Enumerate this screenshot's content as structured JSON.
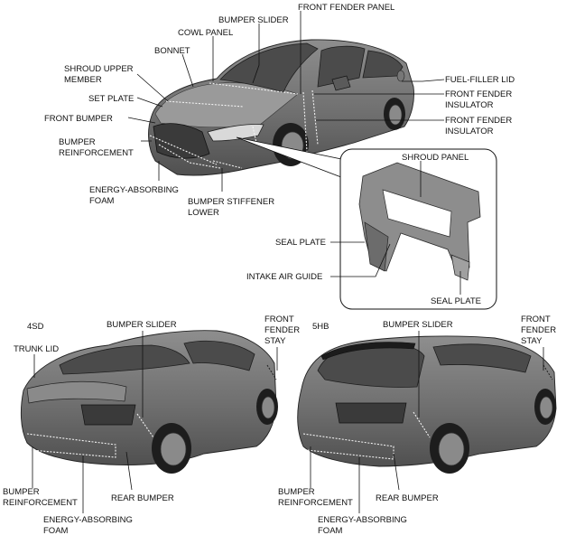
{
  "top": {
    "labels": {
      "front_fender_panel": "FRONT FENDER PANEL",
      "bumper_slider": "BUMPER SLIDER",
      "cowl_panel": "COWL PANEL",
      "bonnet": "BONNET",
      "shroud_upper_member_1": "SHROUD UPPER",
      "shroud_upper_member_2": "MEMBER",
      "set_plate": "SET PLATE",
      "front_bumper": "FRONT BUMPER",
      "bumper_reinforcement_1": "BUMPER",
      "bumper_reinforcement_2": "REINFORCEMENT",
      "energy_absorbing_foam_1": "ENERGY-ABSORBING",
      "energy_absorbing_foam_2": "FOAM",
      "bumper_stiffener_lower_1": "BUMPER STIFFENER",
      "bumper_stiffener_lower_2": "LOWER",
      "fuel_filler_lid": "FUEL-FILLER LID",
      "front_fender_insulator_a_1": "FRONT FENDER",
      "front_fender_insulator_a_2": "INSULATOR",
      "front_fender_insulator_b_1": "FRONT FENDER",
      "front_fender_insulator_b_2": "INSULATOR"
    },
    "inset": {
      "shroud_panel": "SHROUD PANEL",
      "seal_plate_left": "SEAL PLATE",
      "intake_air_guide": "INTAKE AIR GUIDE",
      "seal_plate_bottom": "SEAL PLATE"
    }
  },
  "sedan": {
    "variant": "4SD",
    "trunk_lid": "TRUNK LID",
    "bumper_slider": "BUMPER SLIDER",
    "front_fender_stay_1": "FRONT",
    "front_fender_stay_2": "FENDER",
    "front_fender_stay_3": "STAY",
    "bumper_reinforcement_1": "BUMPER",
    "bumper_reinforcement_2": "REINFORCEMENT",
    "rear_bumper": "REAR BUMPER",
    "energy_absorbing_foam_1": "ENERGY-ABSORBING",
    "energy_absorbing_foam_2": "FOAM"
  },
  "hatch": {
    "variant": "5HB",
    "bumper_slider": "BUMPER SLIDER",
    "front_fender_stay_1": "FRONT",
    "front_fender_stay_2": "FENDER",
    "front_fender_stay_3": "STAY",
    "bumper_reinforcement_1": "BUMPER",
    "bumper_reinforcement_2": "REINFORCEMENT",
    "rear_bumper": "REAR BUMPER",
    "energy_absorbing_foam_1": "ENERGY-ABSORBING",
    "energy_absorbing_foam_2": "FOAM"
  }
}
